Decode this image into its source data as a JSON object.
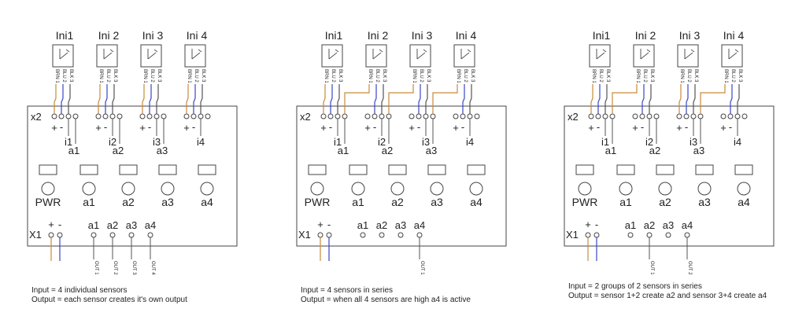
{
  "panels": [
    {
      "sensors": [
        "Ini1",
        "Ini 2",
        "Ini 3",
        "Ini 4"
      ],
      "wire_labels": [
        "BRN 1",
        "BLU 2",
        "BLK 3"
      ],
      "connector_x2": "x2",
      "connector_x1": "X1",
      "plus": "+",
      "minus": "-",
      "inputs": [
        "i1",
        "i2",
        "i3",
        "i4"
      ],
      "outputs_top": [
        "a1",
        "a2",
        "a3"
      ],
      "leds": [
        "PWR",
        "a1",
        "a2",
        "a3",
        "a4"
      ],
      "x1_pins": [
        "a1",
        "a2",
        "a3",
        "a4"
      ],
      "out_labels": [
        "OUT 1",
        "OUT 2",
        "OUT 3",
        "OUT 4"
      ],
      "caption_line1": "Input    = 4 individual sensors",
      "caption_line2": "Output  = each sensor creates it's own output"
    },
    {
      "sensors": [
        "Ini1",
        "Ini 2",
        "Ini 3",
        "Ini 4"
      ],
      "wire_labels": [
        "BRN 1",
        "BLU 2",
        "BLK 3"
      ],
      "connector_x2": "x2",
      "connector_x1": "X1",
      "plus": "+",
      "minus": "-",
      "inputs": [
        "i1",
        "i2",
        "i3",
        "i4"
      ],
      "outputs_top": [
        "a1",
        "a2",
        "a3"
      ],
      "leds": [
        "PWR",
        "a1",
        "a2",
        "a3",
        "a4"
      ],
      "x1_pins": [
        "a1",
        "a2",
        "a3",
        "a4"
      ],
      "out_labels": [
        "OUT 1"
      ],
      "caption_line1": "Input    = 4 sensors in series",
      "caption_line2": "Output = when all 4 sensors are high a4 is active"
    },
    {
      "sensors": [
        "Ini1",
        "Ini 2",
        "Ini 3",
        "Ini 4"
      ],
      "wire_labels": [
        "BRN 1",
        "BLU 2",
        "BLK 3"
      ],
      "connector_x2": "x2",
      "connector_x1": "X1",
      "plus": "+",
      "minus": "-",
      "inputs": [
        "i1",
        "i2",
        "i3",
        "i4"
      ],
      "outputs_top": [
        "a1",
        "a2",
        "a3"
      ],
      "leds": [
        "PWR",
        "a1",
        "a2",
        "a3",
        "a4"
      ],
      "x1_pins": [
        "a1",
        "a2",
        "a3",
        "a4"
      ],
      "out_labels": [
        "OUT 1",
        "OUT 2"
      ],
      "caption_line1": "Input  = 2 groups of 2 sensors in series",
      "caption_line2": "Output = sensor 1+2 create a2 and sensor 3+4 create a4"
    }
  ],
  "colors": {
    "brown": "#c98a3a",
    "blue": "#3b46c4",
    "black": "#555555"
  }
}
